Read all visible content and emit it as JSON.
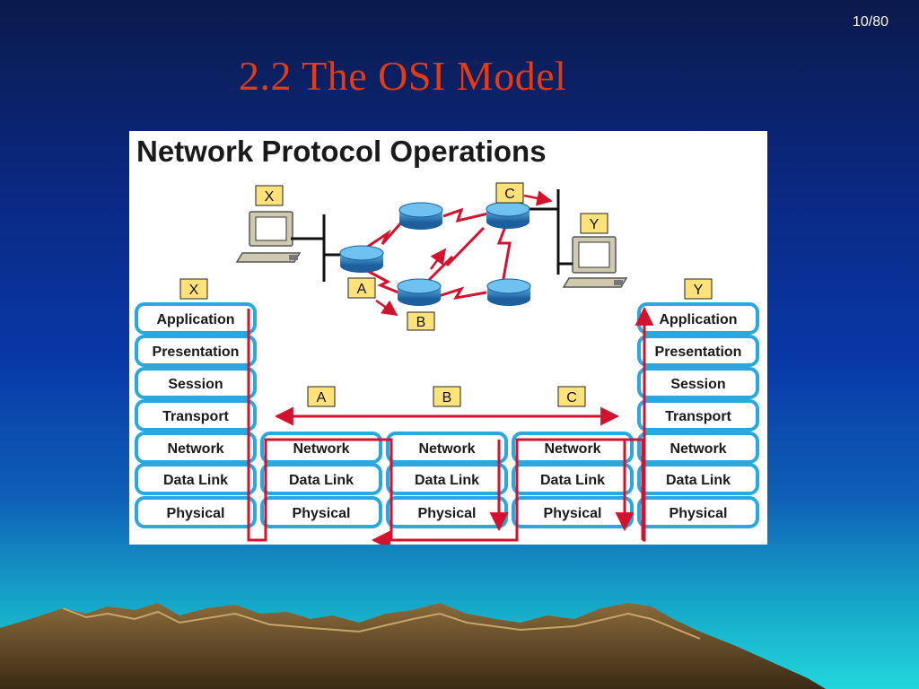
{
  "slide": {
    "page_number": "10/80",
    "title": "2.2 The OSI Model"
  },
  "figure": {
    "heading": "Network Protocol Operations",
    "hosts": [
      "X",
      "Y"
    ],
    "routers": [
      "A",
      "B",
      "C"
    ],
    "host_x_layers": [
      "Application",
      "Presentation",
      "Session",
      "Transport",
      "Network",
      "Data Link",
      "Physical"
    ],
    "router_layers": [
      "Network",
      "Data Link",
      "Physical"
    ],
    "host_y_layers": [
      "Application",
      "Presentation",
      "Session",
      "Transport",
      "Network",
      "Data Link",
      "Physical"
    ]
  },
  "colors": {
    "title": "#e83a12",
    "layer_box_border": "#29a8df",
    "arrow": "#d3122e",
    "label_fill": "#ffe27a",
    "router": "#2a7fc0"
  }
}
